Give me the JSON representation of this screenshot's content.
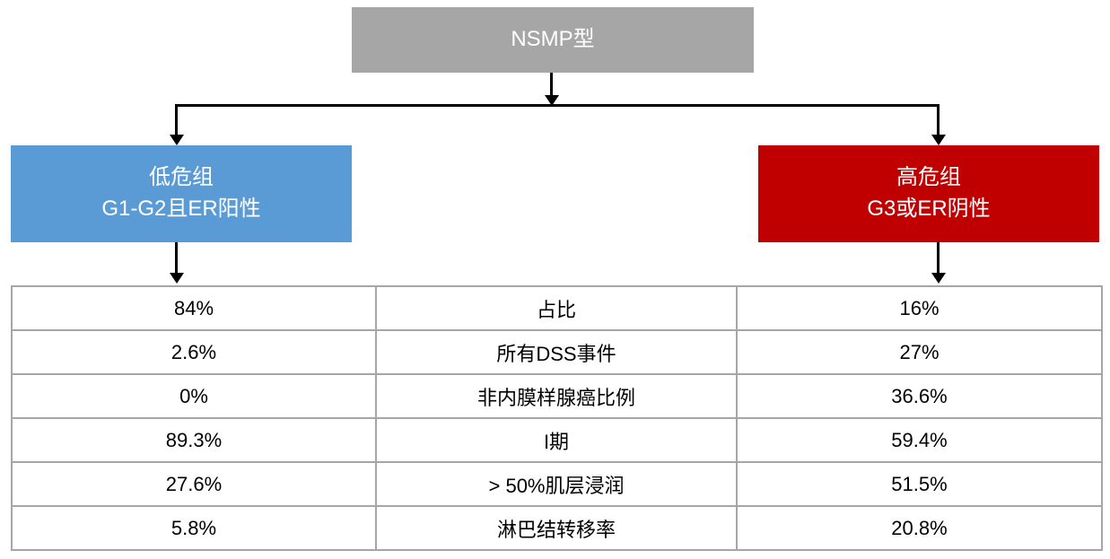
{
  "flowchart": {
    "root": {
      "label": "NSMP型",
      "bg": "#A6A6A6"
    },
    "left_node": {
      "line1": "低危组",
      "line2": "G1-G2且ER阳性",
      "bg": "#5B9BD5"
    },
    "right_node": {
      "line1": "高危组",
      "line2": "G3或ER阴性",
      "bg": "#C00000"
    }
  },
  "table": {
    "rows": [
      {
        "left": "84%",
        "metric": "占比",
        "right": "16%"
      },
      {
        "left": "2.6%",
        "metric": "所有DSS事件",
        "right": "27%"
      },
      {
        "left": "0%",
        "metric": "非内膜样腺癌比例",
        "right": "36.6%"
      },
      {
        "left": "89.3%",
        "metric": "I期",
        "right": "59.4%"
      },
      {
        "left": "27.6%",
        "metric": "> 50%肌层浸润",
        "right": "51.5%"
      },
      {
        "left": "5.8%",
        "metric": "淋巴结转移率",
        "right": "20.8%"
      }
    ]
  },
  "colors": {
    "root_gray": "#A6A6A6",
    "low_risk_blue": "#5B9BD5",
    "high_risk_red": "#C00000",
    "table_border": "#A6A6A6",
    "connector_black": "#000000"
  }
}
